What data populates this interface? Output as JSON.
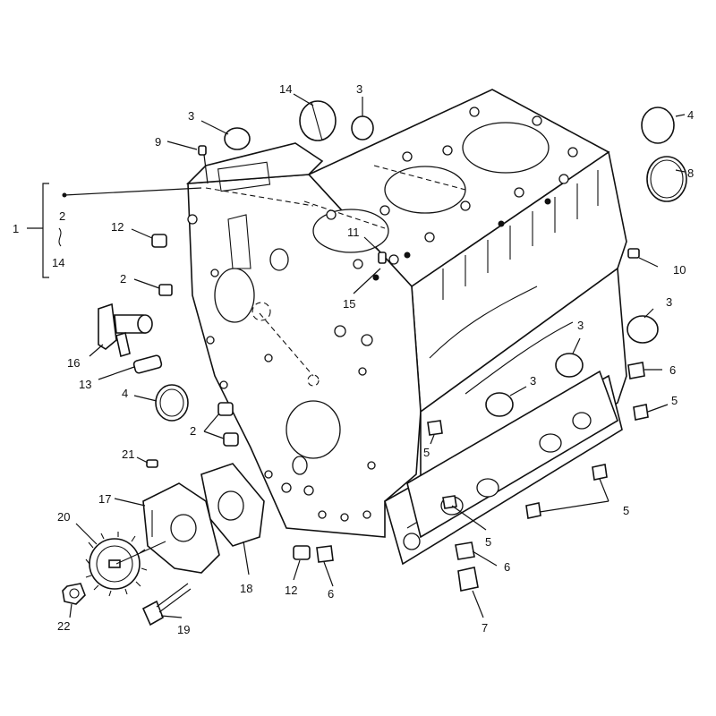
{
  "callouts": [
    {
      "id": "c1",
      "text": "1"
    },
    {
      "id": "c2a",
      "text": "2"
    },
    {
      "id": "c14a",
      "text": "14"
    },
    {
      "id": "c14b",
      "text": "14"
    },
    {
      "id": "c3a",
      "text": "3"
    },
    {
      "id": "c3b",
      "text": "3"
    },
    {
      "id": "c4a",
      "text": "4"
    },
    {
      "id": "c8",
      "text": "8"
    },
    {
      "id": "c9",
      "text": "9"
    },
    {
      "id": "c12a",
      "text": "12"
    },
    {
      "id": "c11",
      "text": "11"
    },
    {
      "id": "c15",
      "text": "15"
    },
    {
      "id": "c10",
      "text": "10"
    },
    {
      "id": "c2b",
      "text": "2"
    },
    {
      "id": "c3c",
      "text": "3"
    },
    {
      "id": "c3d",
      "text": "3"
    },
    {
      "id": "c16",
      "text": "16"
    },
    {
      "id": "c13",
      "text": "13"
    },
    {
      "id": "c4b",
      "text": "4"
    },
    {
      "id": "c3e",
      "text": "3"
    },
    {
      "id": "c6a",
      "text": "6"
    },
    {
      "id": "c5a",
      "text": "5"
    },
    {
      "id": "c2c",
      "text": "2"
    },
    {
      "id": "c5b",
      "text": "5"
    },
    {
      "id": "c21",
      "text": "21"
    },
    {
      "id": "c17",
      "text": "17"
    },
    {
      "id": "c5c",
      "text": "5"
    },
    {
      "id": "c20",
      "text": "20"
    },
    {
      "id": "c5d",
      "text": "5"
    },
    {
      "id": "c18",
      "text": "18"
    },
    {
      "id": "c6b",
      "text": "6"
    },
    {
      "id": "c12b",
      "text": "12"
    },
    {
      "id": "c6c",
      "text": "6"
    },
    {
      "id": "c22",
      "text": "22"
    },
    {
      "id": "c19",
      "text": "19"
    },
    {
      "id": "c7",
      "text": "7"
    }
  ]
}
